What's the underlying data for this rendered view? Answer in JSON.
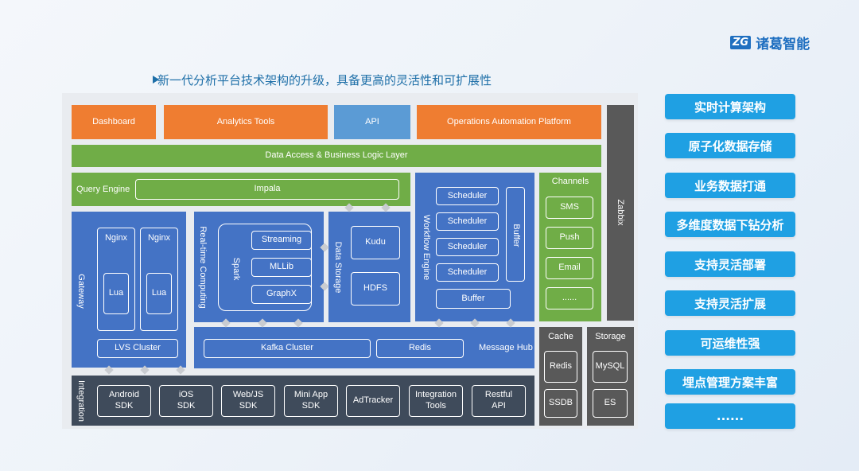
{
  "logo": {
    "mark": "ZG",
    "name": "诸葛智能"
  },
  "headline": "新一代分析平台技术架构的升级，具备更高的灵活性和可扩展性",
  "bullet_icon": "triangle-right-icon",
  "colors": {
    "orange": "#ef7d31",
    "blue": "#4473c5",
    "light_blue": "#5b9bd5",
    "green": "#70ad47",
    "gray": "#595959",
    "feature": "#1fa0e3",
    "headline": "#1e6fa8"
  },
  "diagram": {
    "top": {
      "dashboard": "Dashboard",
      "analytics": "Analytics Tools",
      "api": "API",
      "ops": "Operations Automation Platform"
    },
    "access_layer": "Data Access & Business Logic Layer",
    "query_engine": {
      "label": "Query Engine",
      "impala": "Impala"
    },
    "gateway": {
      "label": "Gateway",
      "nginx1": "Nginx",
      "nginx2": "Nginx",
      "lua1": "Lua",
      "lua2": "Lua",
      "lvs": "LVS Cluster"
    },
    "realtime": {
      "label": "Real-time Computing",
      "spark": "Spark",
      "streaming": "Streaming",
      "mllib": "MLLib",
      "graphx": "GraphX"
    },
    "storage_col": {
      "label": "Data Storage",
      "kudu": "Kudu",
      "hdfs": "HDFS"
    },
    "workflow": {
      "label": "Workflow Engine",
      "sched1": "Scheduler",
      "sched2": "Scheduler",
      "sched3": "Scheduler",
      "sched4": "Scheduler",
      "buffer_v": "Buffer",
      "buffer_h": "Buffer"
    },
    "channels": {
      "label": "Channels",
      "sms": "SMS",
      "push": "Push",
      "email": "Email",
      "more": "......"
    },
    "zabbix": "Zabbix",
    "message_hub": {
      "kafka": "Kafka Cluster",
      "redis": "Redis",
      "label": "Message Hub"
    },
    "cache": {
      "label": "Cache",
      "redis": "Redis",
      "ssdb": "SSDB"
    },
    "storage": {
      "label": "Storage",
      "mysql": "MySQL",
      "es": "ES"
    },
    "integration": {
      "label": "Integration",
      "android": "Android\nSDK",
      "ios": "iOS\nSDK",
      "web": "Web/JS\nSDK",
      "miniapp": "Mini App\nSDK",
      "adtracker": "AdTracker",
      "tools": "Integration\nTools",
      "restful": "Restful\nAPI"
    }
  },
  "features": [
    "实时计算架构",
    "原子化数据存储",
    "业务数据打通",
    "多维度数据下钻分析",
    "支持灵活部署",
    "支持灵活扩展",
    "可运维性强",
    "埋点管理方案丰富",
    "......"
  ]
}
